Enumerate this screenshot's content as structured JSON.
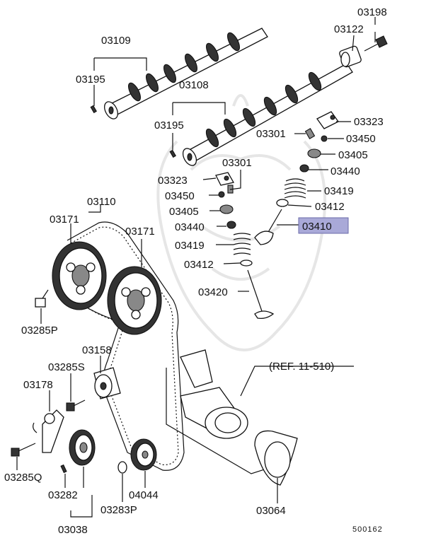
{
  "labels": {
    "l03198": "03198",
    "l03122": "03122",
    "l03109": "03109",
    "l03195a": "03195",
    "l03108": "03108",
    "l03195b": "03195",
    "l03323a": "03323",
    "l03301a": "03301",
    "l03450a": "03450",
    "l03405a": "03405",
    "l03440a": "03440",
    "l03419a": "03419",
    "l03412a": "03412",
    "l03410": "03410",
    "l03301b": "03301",
    "l03323b": "03323",
    "l03450b": "03450",
    "l03405b": "03405",
    "l03440b": "03440",
    "l03419b": "03419",
    "l03412b": "03412",
    "l03420": "03420",
    "l03110": "03110",
    "l03171a": "03171",
    "l03171b": "03171",
    "l03285p": "03285P",
    "l03158": "03158",
    "l03285s": "03285S",
    "l03178": "03178",
    "l03285q": "03285Q",
    "l03282": "03282",
    "l03038": "03038",
    "l03283p": "03283P",
    "l04044": "04044",
    "l03064": "03064",
    "ref": "(REF. 11-510)"
  },
  "diagram_code": "500162",
  "highlight_color": "#a9a9d8"
}
